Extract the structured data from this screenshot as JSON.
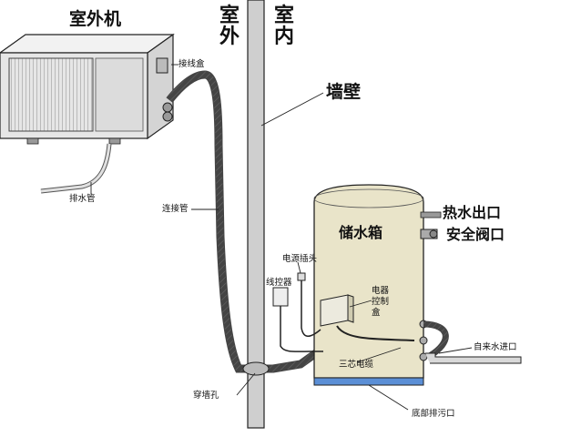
{
  "labels": {
    "outdoor_unit": "室外机",
    "outside": "室外",
    "inside": "室内",
    "wall": "墙壁",
    "junction_box": "接线盒",
    "drain_pipe": "排水管",
    "connecting_pipe": "连接管",
    "wall_hole": "穿墙孔",
    "power_plug": "电源插头",
    "wire_controller": "线控器",
    "electric_control_box": "电器控制盒",
    "three_core_cable": "三芯电缆",
    "water_tank": "储水箱",
    "hot_water_outlet": "热水出口",
    "safety_valve": "安全阀口",
    "tap_water_inlet": "自来水进口",
    "bottom_drain": "底部排污口"
  },
  "colors": {
    "tank_fill": "#e9e4c9",
    "tank_base": "#5b8fd6",
    "wall_fill": "#cfcfcf",
    "unit_fill": "#e6e6e6",
    "pipe_fill": "#d9d9d9",
    "line": "#222222"
  }
}
